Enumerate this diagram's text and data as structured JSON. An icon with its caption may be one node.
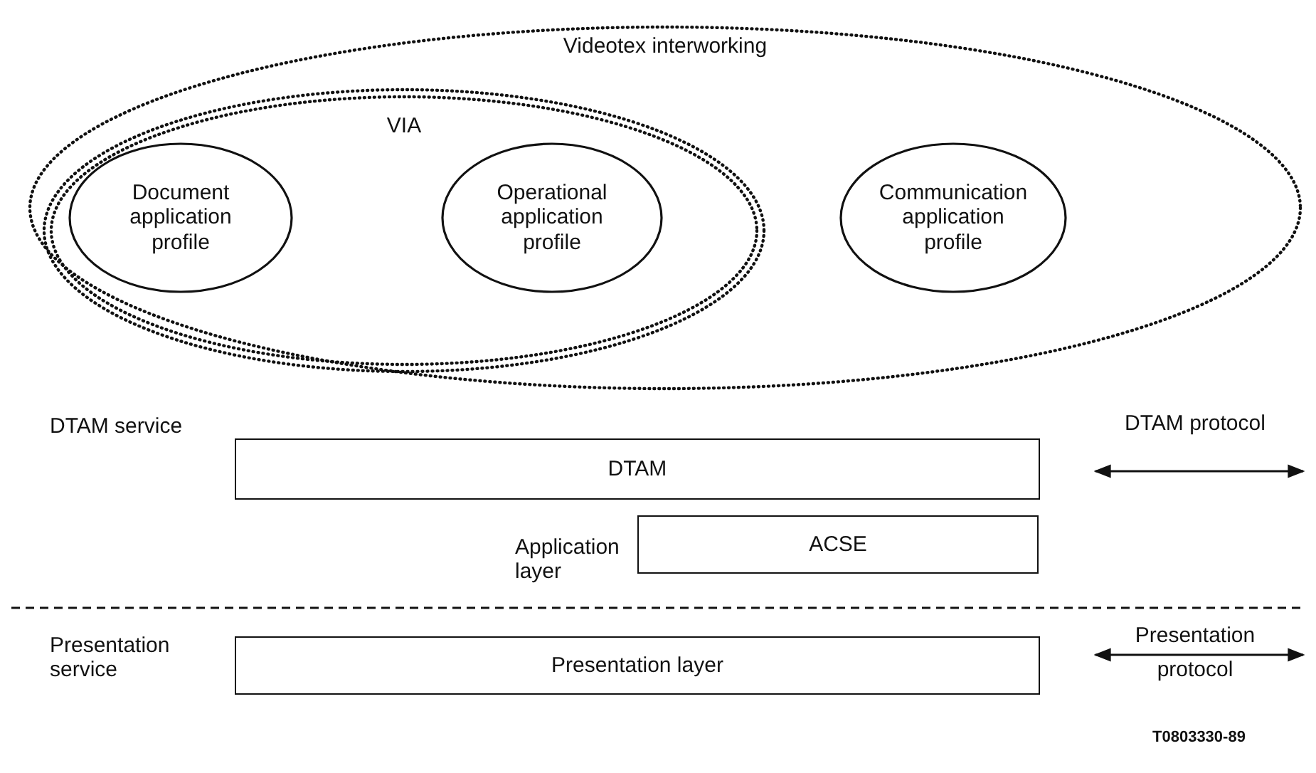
{
  "diagram": {
    "nodes": [
      {
        "text": [
          "Videotex interworking"
        ]
      },
      {
        "text": [
          "VIA"
        ],
        "in": 0
      },
      {
        "text": [
          "Document application profile"
        ],
        "in": 1
      },
      {
        "text": [
          "Operational application profile"
        ],
        "in": 1
      },
      {
        "text": [
          "Communication application profile"
        ],
        "in": 0
      },
      {
        "text": [
          "DTAM"
        ],
        "beside": [
          "DTAM service"
        ]
      },
      {
        "text": [
          "ACSE"
        ],
        "beside": [
          "Application layer"
        ]
      },
      {
        "text": [
          "Presentation layer"
        ],
        "beside": [
          "Presentation service"
        ]
      }
    ],
    "labels": [
      "DTAM protocol",
      "Presentation protocol",
      "T0803330-89"
    ]
  }
}
